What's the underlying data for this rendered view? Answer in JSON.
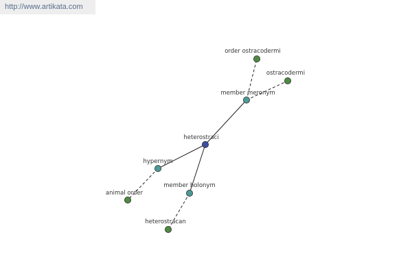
{
  "source_link": {
    "text": "http://www.artikata.com"
  },
  "graph": {
    "nodes": [
      {
        "id": "heterostraci",
        "label": "heterostraci",
        "role": "root",
        "color": "#3f4ea0"
      },
      {
        "id": "member_meronym",
        "label": "member meronym",
        "role": "relation",
        "color": "#4d9a96"
      },
      {
        "id": "order_ostracodermi",
        "label": "order ostracodermi",
        "role": "term",
        "color": "#4f8a45"
      },
      {
        "id": "ostracodermi",
        "label": "ostracodermi",
        "role": "term",
        "color": "#4f8a45"
      },
      {
        "id": "hypernym",
        "label": "hypernym",
        "role": "relation",
        "color": "#4d9a96"
      },
      {
        "id": "animal_order",
        "label": "animal order",
        "role": "term",
        "color": "#4f8a45"
      },
      {
        "id": "member_holonym",
        "label": "member holonym",
        "role": "relation",
        "color": "#4d9a96"
      },
      {
        "id": "heterostracan",
        "label": "heterostracan",
        "role": "term",
        "color": "#4f8a45"
      }
    ],
    "edges": [
      {
        "from": "heterostraci",
        "to": "member_meronym",
        "style": "solid"
      },
      {
        "from": "heterostraci",
        "to": "hypernym",
        "style": "solid"
      },
      {
        "from": "heterostraci",
        "to": "member_holonym",
        "style": "solid"
      },
      {
        "from": "member_meronym",
        "to": "order_ostracodermi",
        "style": "dashed"
      },
      {
        "from": "member_meronym",
        "to": "ostracodermi",
        "style": "dashed"
      },
      {
        "from": "hypernym",
        "to": "animal_order",
        "style": "dashed"
      },
      {
        "from": "member_holonym",
        "to": "heterostracan",
        "style": "dashed"
      }
    ]
  }
}
